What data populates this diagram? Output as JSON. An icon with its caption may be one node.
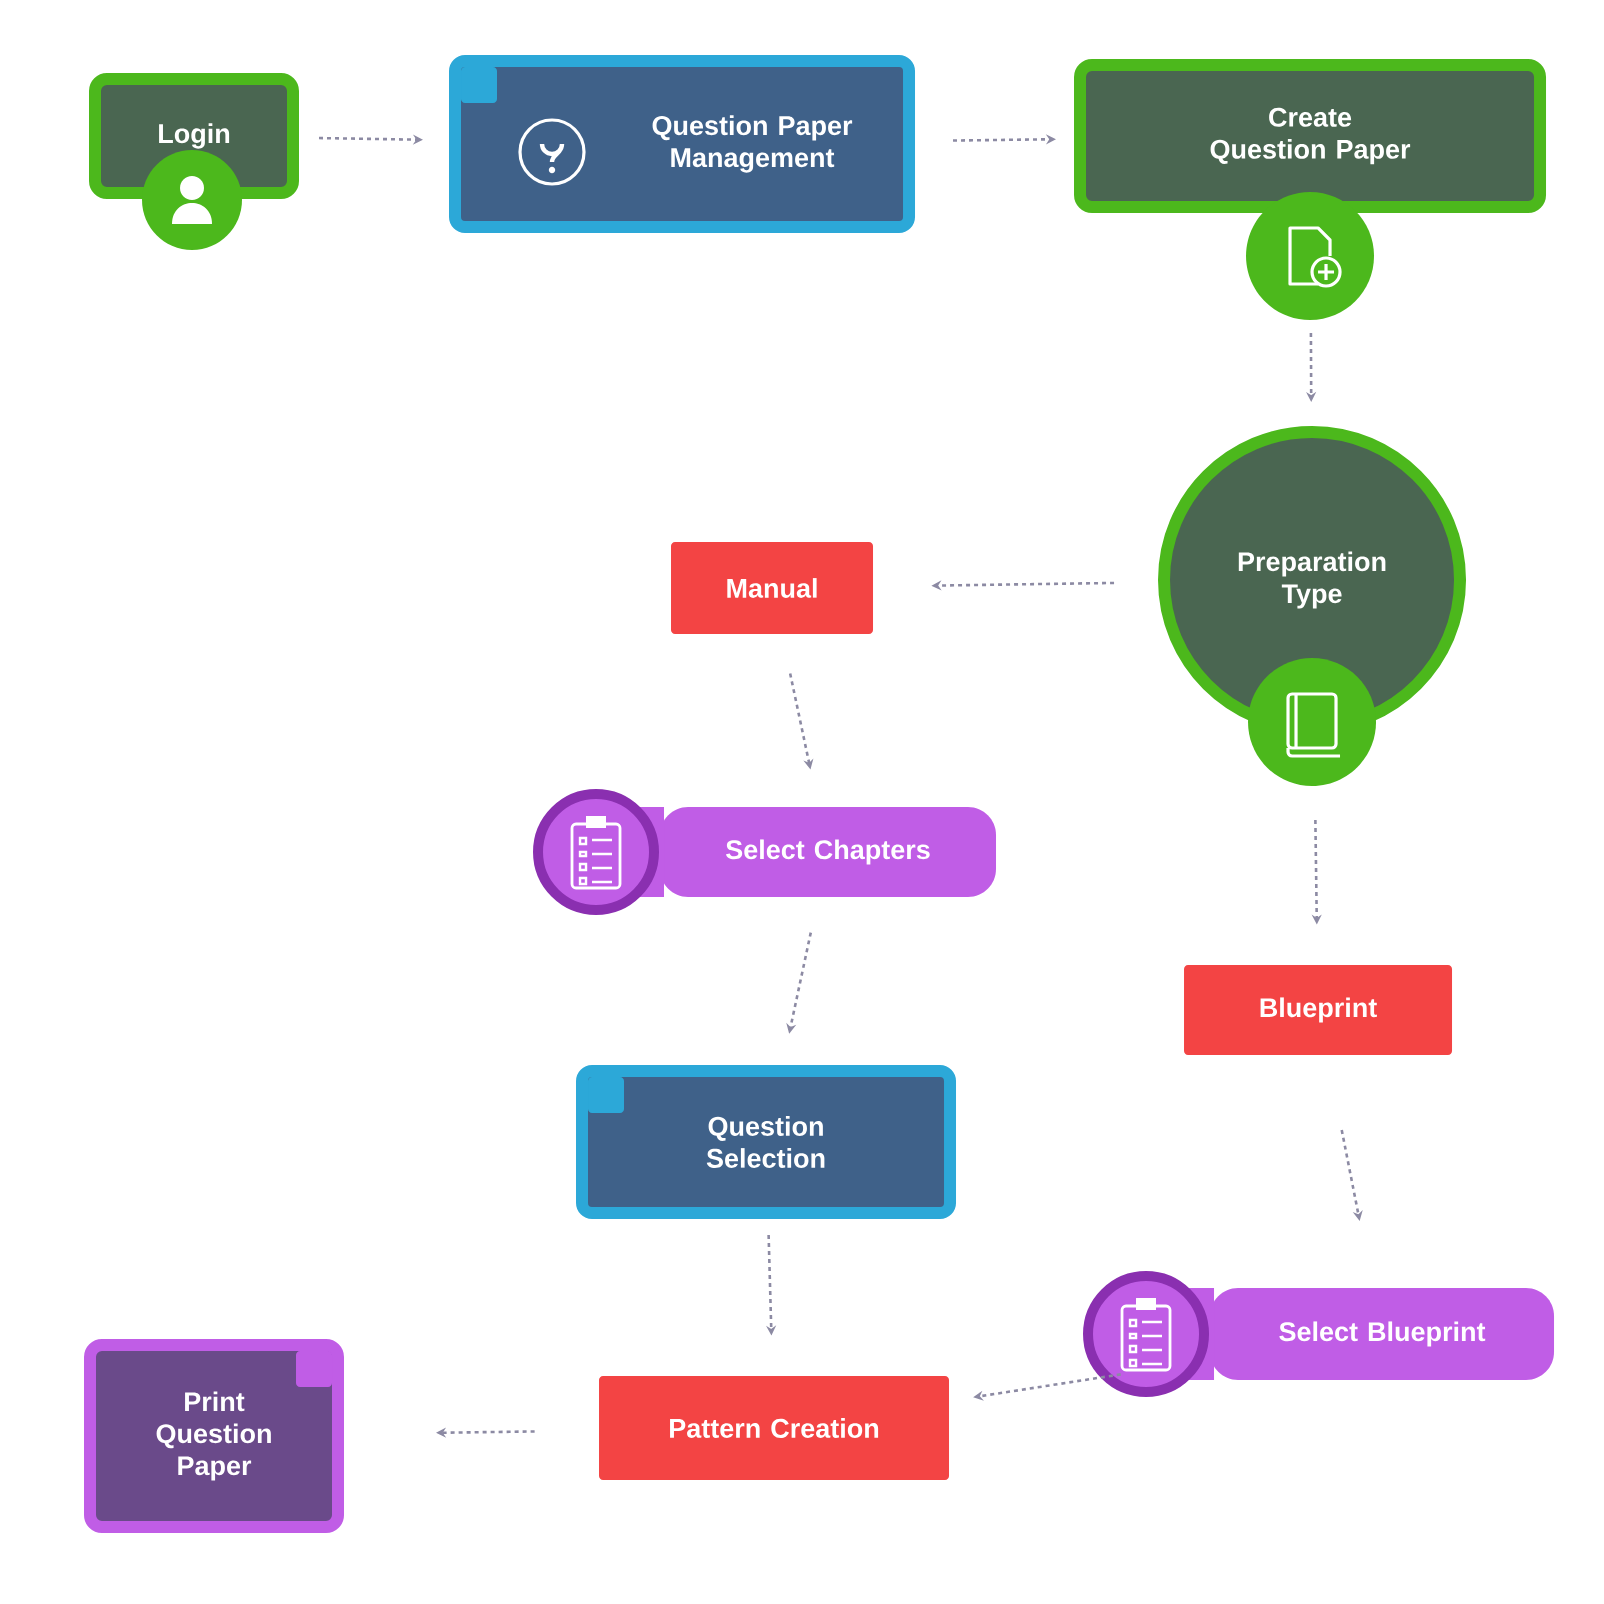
{
  "diagram": {
    "nodes": [
      {
        "text": [
          "Login"
        ]
      },
      {
        "text": [
          "Question Paper Management"
        ]
      },
      {
        "text": [
          "Create Question Paper"
        ]
      },
      {
        "text": [
          "Preparation Type"
        ]
      },
      {
        "text": [
          "Manual"
        ]
      },
      {
        "text": [
          "Select Chapters"
        ]
      },
      {
        "text": [
          "Blueprint"
        ]
      },
      {
        "text": [
          "Question Selection"
        ]
      },
      {
        "text": [
          "Select Blueprint"
        ]
      },
      {
        "text": [
          "Pattern Creation"
        ]
      },
      {
        "text": [
          "Print Question Paper"
        ]
      }
    ],
    "edges": [
      {
        "from": 0,
        "to": 1,
        "arrow": "to"
      },
      {
        "from": 1,
        "to": 2,
        "arrow": "to"
      },
      {
        "from": 2,
        "to": 3,
        "arrow": "to"
      },
      {
        "from": 3,
        "to": 4,
        "arrow": "to"
      },
      {
        "from": 4,
        "to": 5,
        "arrow": "to"
      },
      {
        "from": 3,
        "to": 6,
        "arrow": "to"
      },
      {
        "from": 5,
        "to": 7,
        "arrow": "to"
      },
      {
        "from": 6,
        "to": 8,
        "arrow": "to"
      },
      {
        "from": 7,
        "to": 9,
        "arrow": "to"
      },
      {
        "from": 8,
        "to": 9,
        "arrow": "to"
      },
      {
        "from": 9,
        "to": 10,
        "arrow": "to"
      }
    ]
  }
}
